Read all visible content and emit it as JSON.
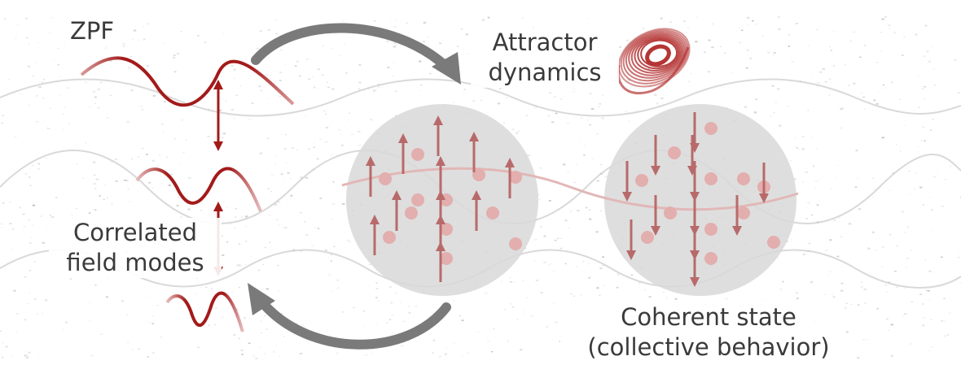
{
  "labels": {
    "zpf": "ZPF",
    "attractor_line1": "Attractor",
    "attractor_line2": "dynamics",
    "correlated_line1": "Correlated",
    "correlated_line2": "field modes",
    "coherent_line1": "Coherent state",
    "coherent_line2": "(collective behavior)"
  },
  "colors": {
    "wave": "#a31a1a",
    "wave_faded": "#d99a9a",
    "spin": "#b86a6a",
    "particle": "#e3aeae",
    "sphere": "#d8d8d8",
    "curved_arrow": "#7a7a7a",
    "attractor": "#b53535",
    "label_text": "#3a3a3a"
  },
  "icons": {
    "attractor": "lorenz-attractor-icon"
  },
  "spheres": [
    {
      "name": "left-sphere",
      "spin": "up"
    },
    {
      "name": "right-sphere",
      "spin": "down"
    }
  ]
}
